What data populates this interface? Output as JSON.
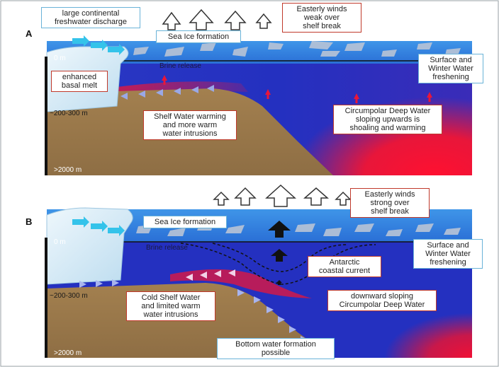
{
  "panel_a": {
    "letter": "A",
    "labels": {
      "freshwater": "large continental\nfreshwater discharge",
      "easterly": "Easterly winds\nweak over\nshelf break",
      "sea_ice": "Sea Ice formation",
      "brine": "Brine release",
      "surface": "Surface and\nWinter Water\nfreshening",
      "basal_melt": "enhanced\nbasal melt",
      "shelf_warming": "Shelf Water warming\nand more warm\nwater intrusions",
      "cdw": "Circumpolar Deep Water\nsloping upwards is\nshoaling and warming"
    },
    "depths": {
      "d0": "0 m",
      "d1": "~200-300 m",
      "d2": ">2000 m"
    }
  },
  "panel_b": {
    "letter": "B",
    "labels": {
      "easterly": "Easterly winds\nstrong over\nshelf break",
      "sea_ice": "Sea Ice formation",
      "brine": "Brine release",
      "surface": "Surface and\nWinter Water\nfreshening",
      "coastal_current": "Antarctic\ncoastal current",
      "cold_shelf": "Cold Shelf Water\nand limited warm\nwater intrusions",
      "cdw": "downward sloping\nCircumpolar Deep Water",
      "bottom_water": "Bottom water formation\npossible"
    },
    "depths": {
      "d0": "0 m",
      "d1": "~200-300 m",
      "d2": ">2000 m"
    }
  },
  "colors": {
    "ocean": "#1e3fc8",
    "surface_water": "#3a88e0",
    "warm_water": "#e8163a",
    "seabed": "#9b7a4e",
    "ice_shelf": "#d9eef9",
    "label_blue_border": "#6ab3d8",
    "label_red_border": "#c0392b"
  }
}
